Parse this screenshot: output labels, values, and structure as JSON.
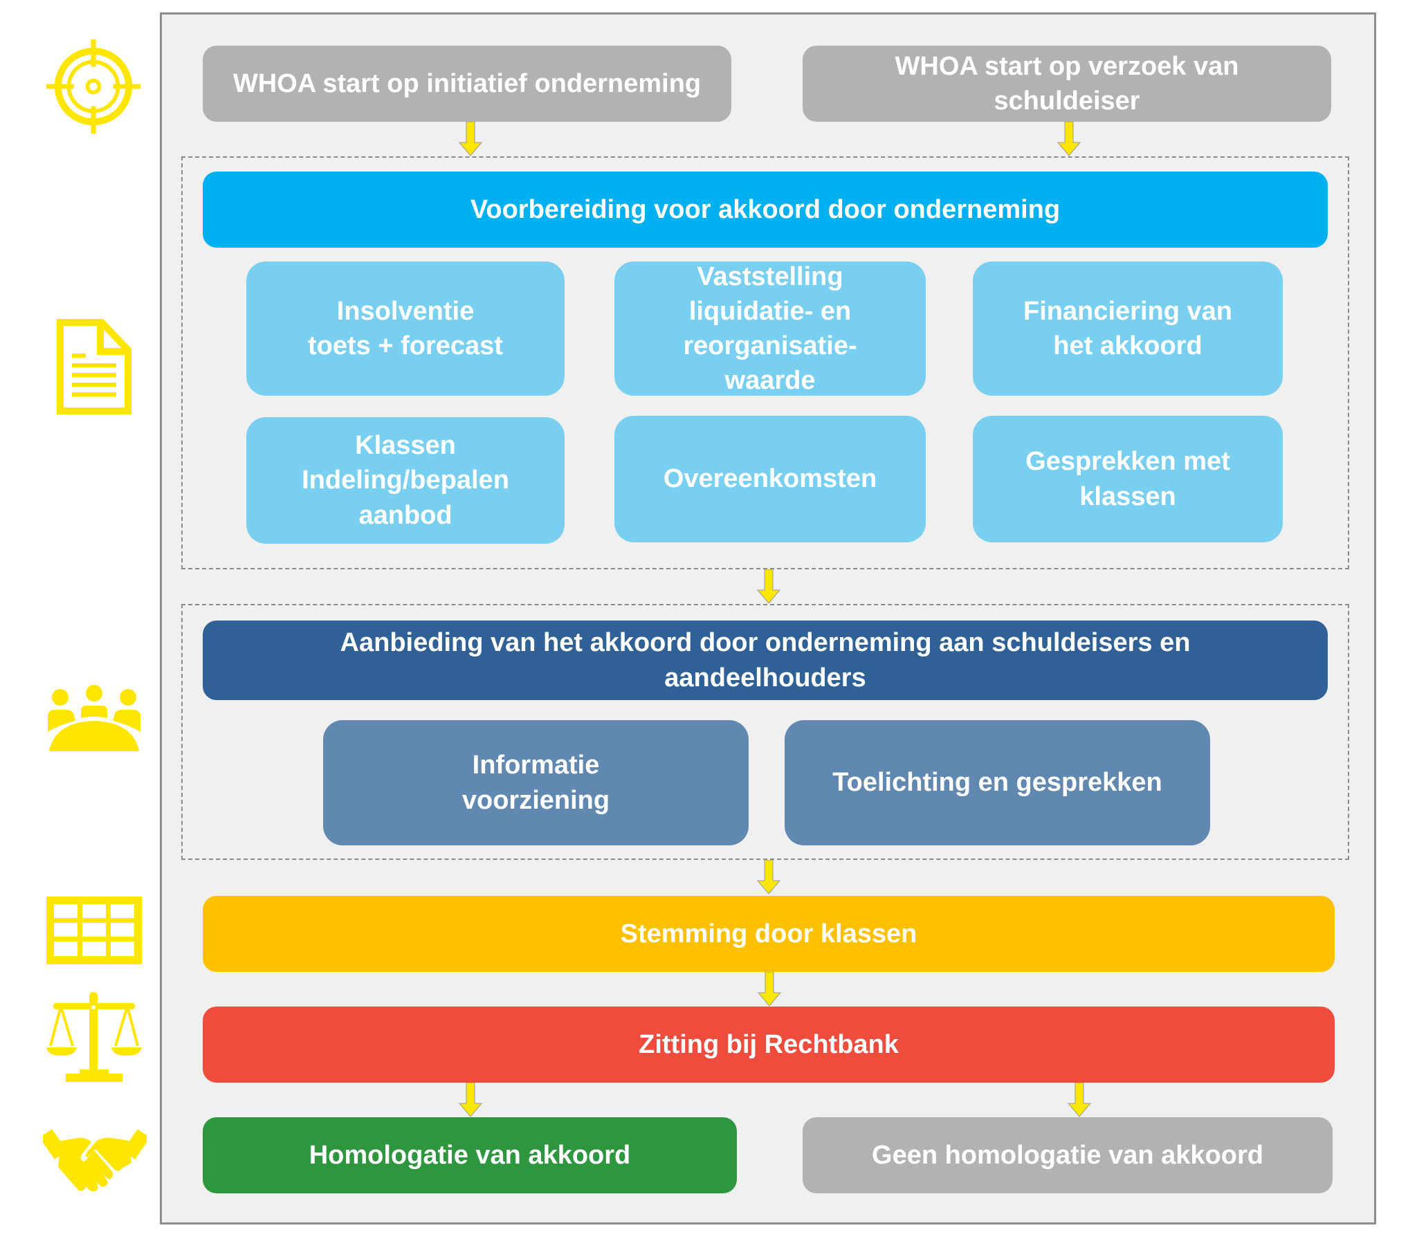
{
  "colors": {
    "accent_yellow": "#FFE600",
    "start_gray": "#B2B2B2",
    "preparation_blue": "#00B0F0",
    "preparation_sub_blue": "#79CFF0",
    "offer_blue": "#2F6196",
    "offer_sub_blue": "#6188B0",
    "vote_amber": "#FFC000",
    "court_red": "#EE4C3D",
    "homologation_green": "#2E963E"
  },
  "side_icons": [
    {
      "name": "target-icon",
      "meaning": "start"
    },
    {
      "name": "document-icon",
      "meaning": "preparation"
    },
    {
      "name": "meeting-icon",
      "meaning": "offer"
    },
    {
      "name": "table-icon",
      "meaning": "vote"
    },
    {
      "name": "scale-icon",
      "meaning": "court"
    },
    {
      "name": "handshake-icon",
      "meaning": "outcome"
    }
  ],
  "start": {
    "company_initiative": "WHOA start op initiatief onderneming",
    "creditor_request": "WHOA start op verzoek van\nschuldeiser"
  },
  "preparation": {
    "header": "Voorbereiding voor akkoord door onderneming",
    "items": [
      "Insolventie\ntoets + forecast",
      "Vaststelling\nliquidatie- en\nreorganisatie-\nwaarde",
      "Financiering van\nhet akkoord",
      "Klassen\nIndeling/bepalen\naanbod",
      "Overeenkomsten",
      "Gesprekken met\nklassen"
    ]
  },
  "offer": {
    "header": "Aanbieding van het akkoord door onderneming aan schuldeisers en\naandeelhouders",
    "items": [
      "Informatie\nvoorziening",
      "Toelichting en gesprekken"
    ]
  },
  "vote": {
    "label": "Stemming door klassen"
  },
  "court": {
    "label": "Zitting bij Rechtbank"
  },
  "outcome": {
    "approved": "Homologatie van akkoord",
    "rejected": "Geen homologatie van akkoord"
  }
}
